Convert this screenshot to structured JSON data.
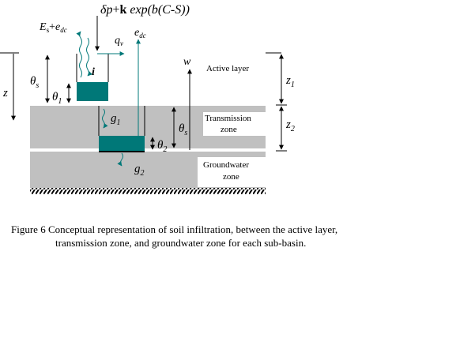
{
  "diagram": {
    "formula": {
      "delta": "δ",
      "p": "p",
      "plus": "+",
      "k": "k",
      "exp": " exp(b(C-S))"
    },
    "es": {
      "E": "E",
      "s": "s",
      "plus": "+",
      "e": "e",
      "dc": "dc"
    },
    "edc": {
      "e": "e",
      "dc": "dc"
    },
    "qv": {
      "q": "q",
      "v": "v"
    },
    "i": "i",
    "w": "w",
    "z": "z",
    "theta_s_left": {
      "theta": "θ",
      "sub": "s"
    },
    "theta_1": {
      "theta": "θ",
      "sub": "1"
    },
    "theta_s_right": {
      "theta": "θ",
      "sub": "s"
    },
    "theta_2": {
      "theta": "θ",
      "sub": "2"
    },
    "g1": {
      "g": "g",
      "sub": "1"
    },
    "g2": {
      "g": "g",
      "sub": "2"
    },
    "z1": {
      "z": "z",
      "sub": "1"
    },
    "z2": {
      "z": "z",
      "sub": "2"
    },
    "active_layer": "Active layer",
    "transmission_zone": [
      "Transmission",
      "zone"
    ],
    "groundwater_zone": [
      "Groundwater",
      "zone"
    ]
  },
  "caption": {
    "line1": "Figure 6  Conceptual representation of soil infiltration, between the active layer,",
    "line2": "transmission zone, and groundwater zone for each sub-basin."
  },
  "colors": {
    "soil": "#c0c0c0",
    "water": "#007878",
    "flow": "#007878",
    "line": "#000000"
  }
}
